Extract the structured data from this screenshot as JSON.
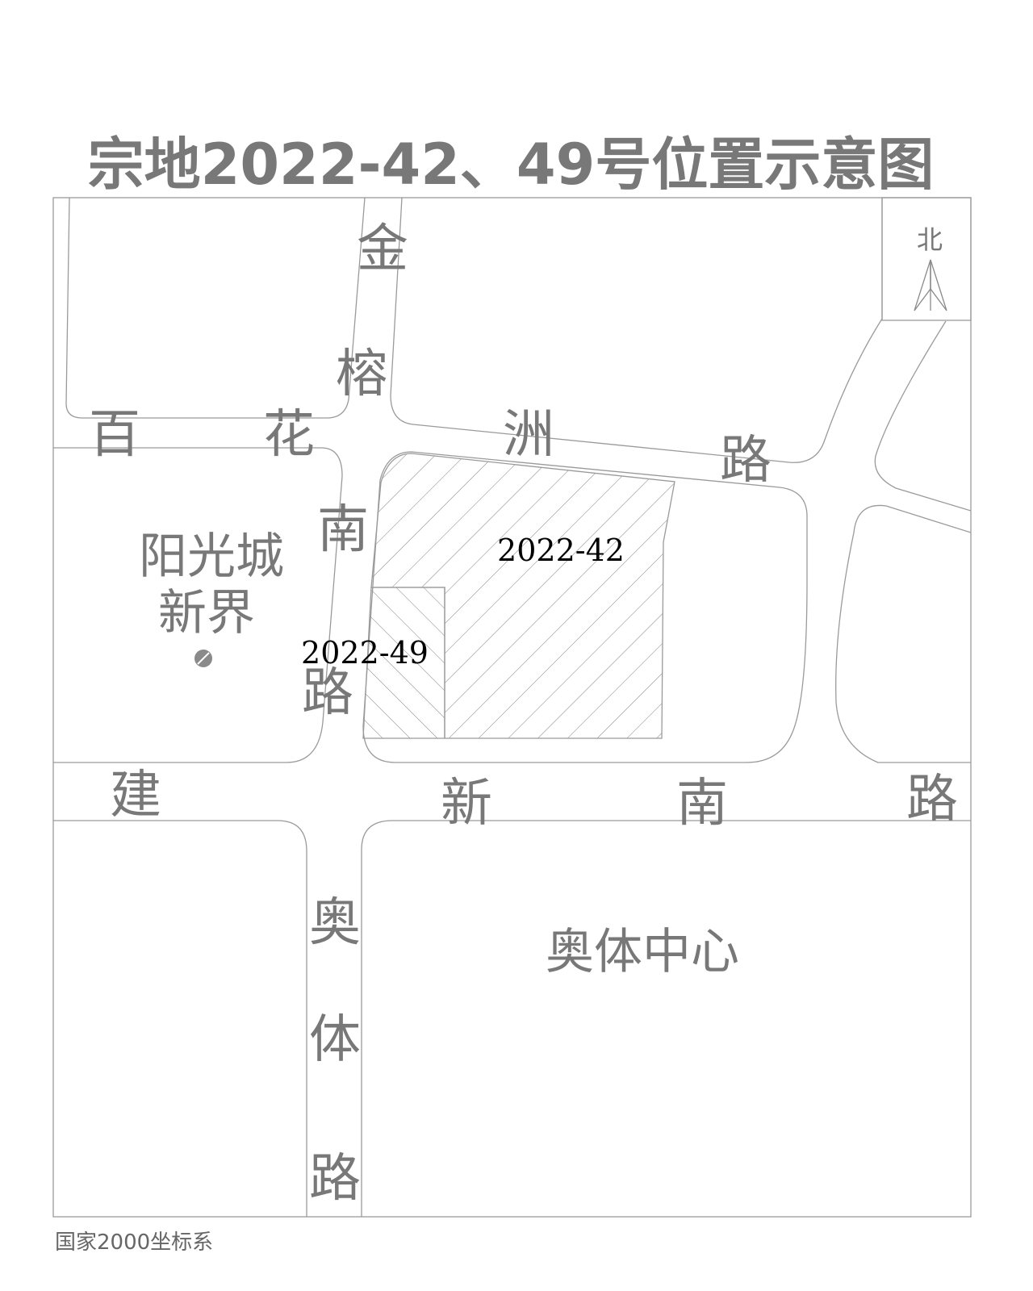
{
  "map": {
    "title": "宗地2022-42、49号位置示意图",
    "north_label": "北",
    "coordinate_system": "国家2000坐标系"
  },
  "roads": {
    "jinrong_nan": [
      "金",
      "榕",
      "南",
      "路"
    ],
    "baihuazhou": [
      "百",
      "花",
      "洲",
      "路"
    ],
    "jianxin_nan": [
      "建",
      "新",
      "南",
      "路"
    ],
    "aoti": [
      "奥",
      "体",
      "路"
    ]
  },
  "areas": {
    "yangguangcheng_line1": "阳光城",
    "yangguangcheng_line2": "新界",
    "aoti_center": "奥体中心"
  },
  "parcels": {
    "p42": "2022-42",
    "p49": "2022-49"
  },
  "colors": {
    "text": "#787878",
    "lines": "#9a9a9a",
    "hatch": "#8c8c8c",
    "parcel_label": "#000000"
  },
  "icons": {
    "north_arrow": "north-arrow-icon",
    "location_marker": "location-marker-icon"
  }
}
